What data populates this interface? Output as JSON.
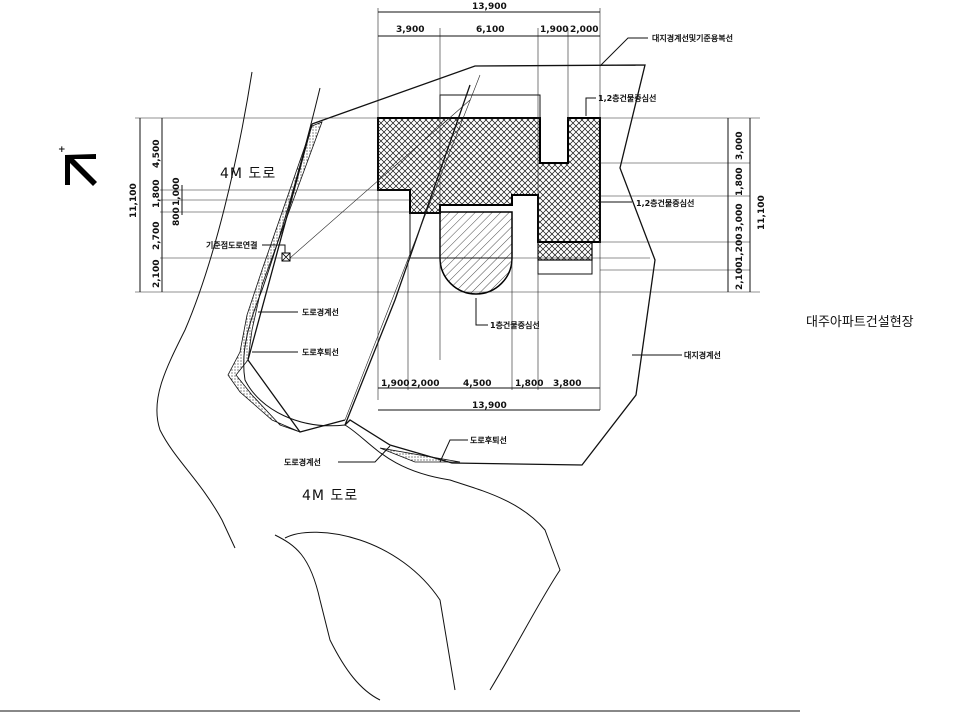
{
  "title": "대주아파트건설현장",
  "roads": {
    "north": "4M 도로",
    "south": "4M 도로"
  },
  "labels": {
    "site_boundary_setback": "대지경계선및기준용복선",
    "floor12_wall_center_top": "1,2층건물중심선",
    "floor12_wall_center_mid": "1,2층건물중심선",
    "floor1_wall_center": "1층건물중심선",
    "site_boundary": "대지경계선",
    "reference_point": "기준점도로연결",
    "road_boundary": "도로경계선",
    "road_setback": "도로후퇴선",
    "road_boundary_bottom": "도로경계선",
    "road_setback_bottom": "도로후퇴선"
  },
  "dimensions": {
    "top_total": "13,900",
    "top_segments": [
      "3,900",
      "6,100",
      "1,900",
      "2,000"
    ],
    "bottom_total": "13,900",
    "bottom_segments": [
      "1,900",
      "2,000",
      "4,500",
      "1,800",
      "3,800"
    ],
    "left_total": "11,100",
    "left_segments": [
      "4,500",
      "1,800",
      "1,000",
      "800",
      "2,700",
      "2,100"
    ],
    "right_total": "11,100",
    "right_segments": [
      "3,000",
      "1,800",
      "3,000",
      "1,200",
      "2,100"
    ]
  },
  "icons": {
    "north_arrow": "north-arrow-icon",
    "reference_marker": "reference-point-marker"
  }
}
